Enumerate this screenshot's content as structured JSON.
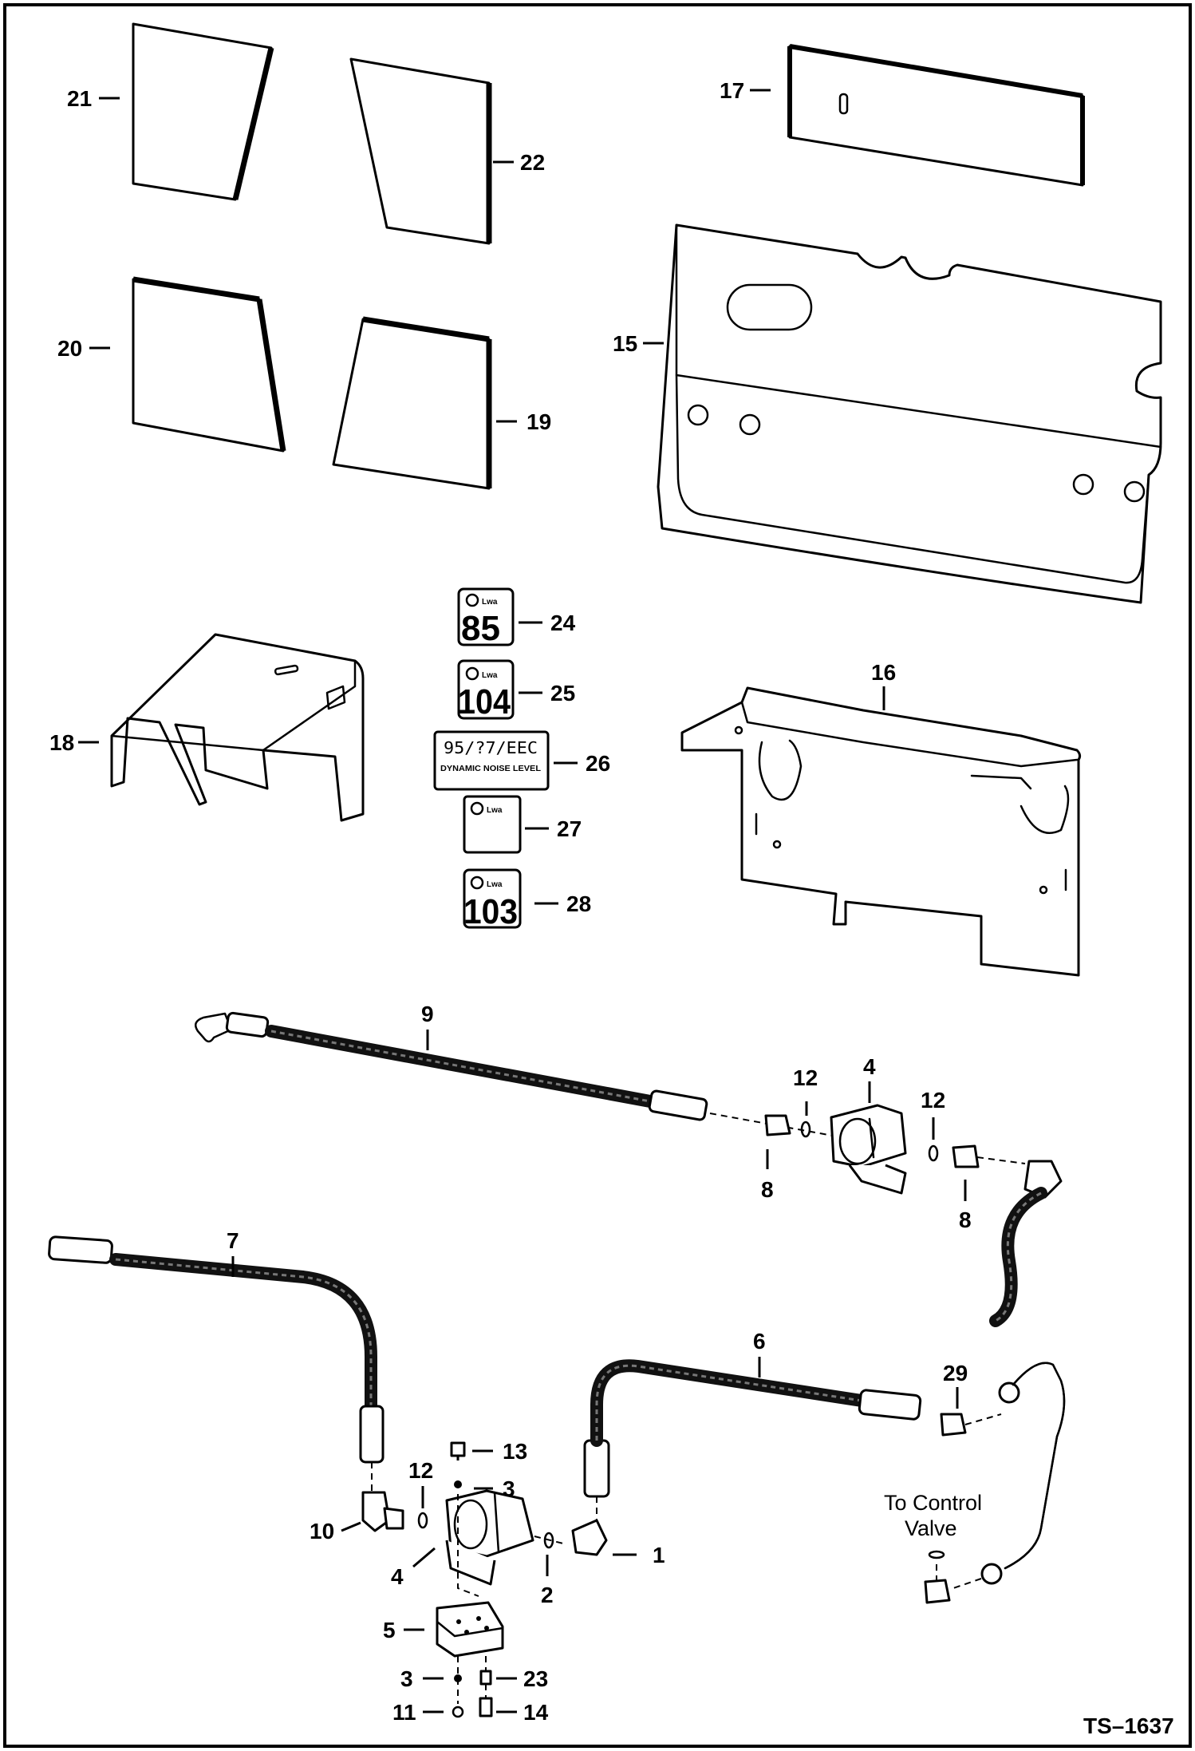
{
  "figure_id": "TS–1637",
  "note": {
    "line1": "To Control",
    "line2": "Valve"
  },
  "callouts": {
    "c1": "1",
    "c2": "2",
    "c3a": "3",
    "c3b": "3",
    "c4a": "4",
    "c4b": "4",
    "c5": "5",
    "c6": "6",
    "c7": "7",
    "c8a": "8",
    "c8b": "8",
    "c9": "9",
    "c10": "10",
    "c11": "11",
    "c12a": "12",
    "c12b": "12",
    "c12c": "12",
    "c13": "13",
    "c14": "14",
    "c15": "15",
    "c16": "16",
    "c17": "17",
    "c18": "18",
    "c19": "19",
    "c20": "20",
    "c21": "21",
    "c22": "22",
    "c23": "23",
    "c24": "24",
    "c25": "25",
    "c26": "26",
    "c27": "27",
    "c28": "28",
    "c29": "29"
  },
  "decals": {
    "d24": "85",
    "d25": "104",
    "d26_line1": "95/?7/EEC",
    "d26_line2": "DYNAMIC NOISE LEVEL",
    "d28": "103",
    "lwa": "Lwa"
  }
}
